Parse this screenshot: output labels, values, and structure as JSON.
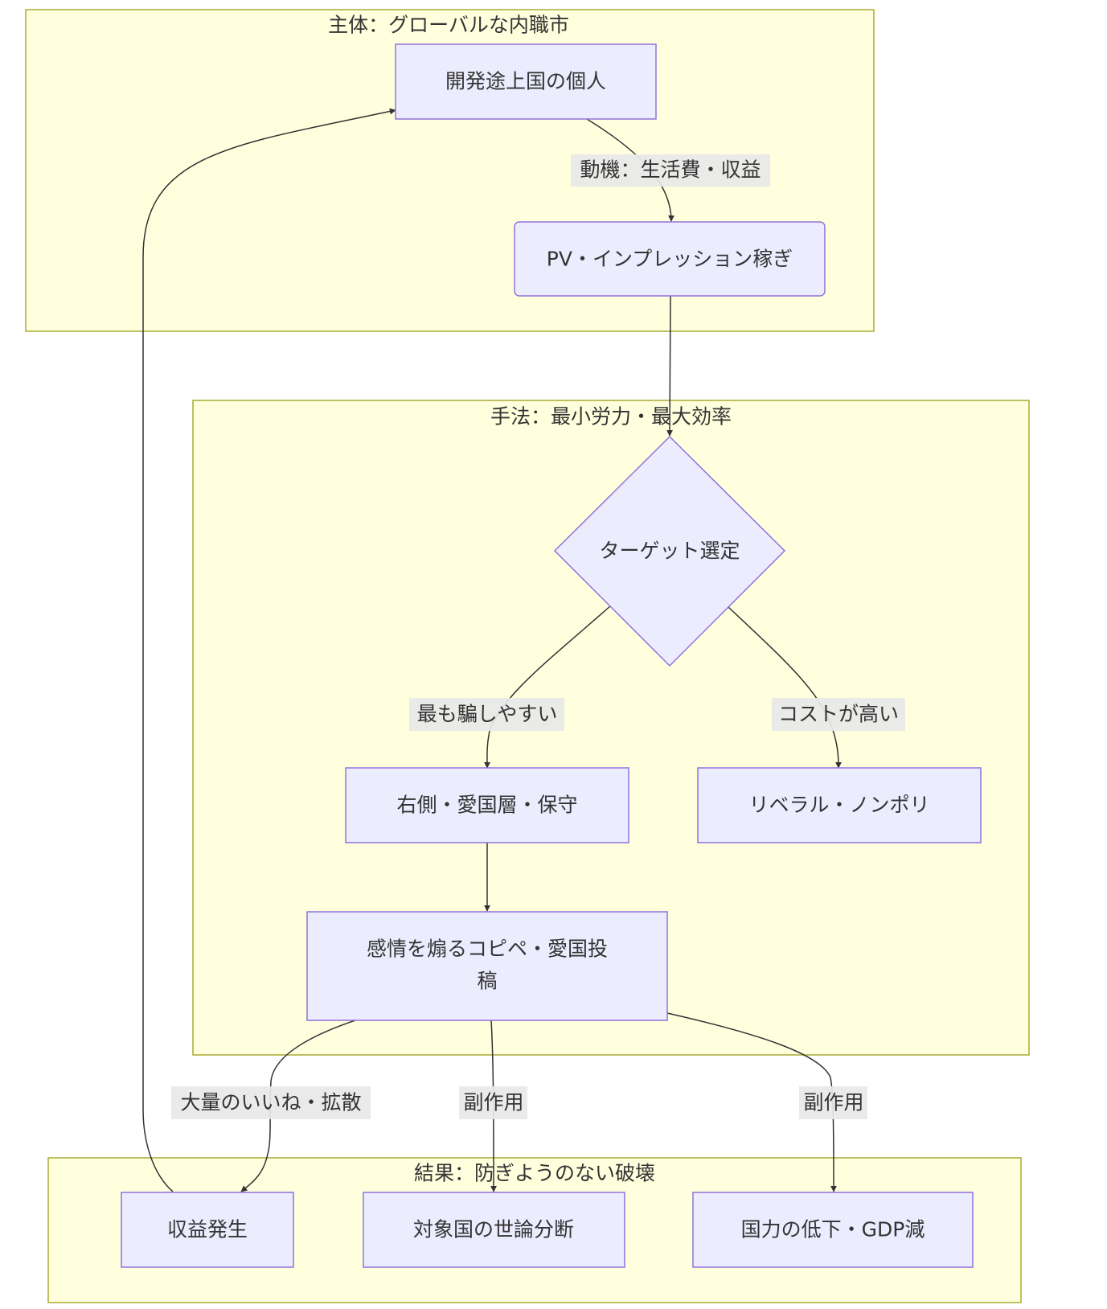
{
  "diagram": {
    "type": "flowchart",
    "colors": {
      "cluster_fill": "#ffffde",
      "cluster_border": "#aaaa33",
      "node_fill": "#ececff",
      "node_border": "#9370db",
      "edge": "#333333",
      "edge_label_bg": "#e8e8e8",
      "text": "#333333"
    },
    "clusters": [
      {
        "id": "actor",
        "title": "主体：グローバルな内職市"
      },
      {
        "id": "method",
        "title": "手法：最小労力・最大効率"
      },
      {
        "id": "result",
        "title": "結果：防ぎようのない破壊"
      }
    ],
    "nodes": [
      {
        "id": "A",
        "cluster": "actor",
        "shape": "rect",
        "label": "開発途上国の個人"
      },
      {
        "id": "B",
        "cluster": "actor",
        "shape": "rounded",
        "label": "PV・インプレッション稼ぎ"
      },
      {
        "id": "C",
        "cluster": "method",
        "shape": "diamond",
        "label": "ターゲット選定"
      },
      {
        "id": "D",
        "cluster": "method",
        "shape": "rect",
        "label": "右側・愛国層・保守"
      },
      {
        "id": "E",
        "cluster": "method",
        "shape": "rect",
        "label": "リベラル・ノンポリ"
      },
      {
        "id": "F",
        "cluster": "method",
        "shape": "rect",
        "label_lines": [
          "感情を煽るコピペ・愛国投",
          "稿"
        ]
      },
      {
        "id": "G",
        "cluster": "result",
        "shape": "rect",
        "label": "収益発生"
      },
      {
        "id": "H",
        "cluster": "result",
        "shape": "rect",
        "label": "対象国の世論分断"
      },
      {
        "id": "I",
        "cluster": "result",
        "shape": "rect",
        "label": "国力の低下・GDP減"
      }
    ],
    "edges": [
      {
        "from": "A",
        "to": "B",
        "label": "動機：生活費・収益"
      },
      {
        "from": "B",
        "to": "C",
        "label": ""
      },
      {
        "from": "C",
        "to": "D",
        "label": "最も騙しやすい"
      },
      {
        "from": "C",
        "to": "E",
        "label": "コストが高い"
      },
      {
        "from": "D",
        "to": "F",
        "label": ""
      },
      {
        "from": "F",
        "to": "G",
        "label": "大量のいいね・拡散"
      },
      {
        "from": "F",
        "to": "H",
        "label": "副作用"
      },
      {
        "from": "F",
        "to": "I",
        "label": "副作用"
      },
      {
        "from": "G",
        "to": "A",
        "label": ""
      }
    ]
  }
}
